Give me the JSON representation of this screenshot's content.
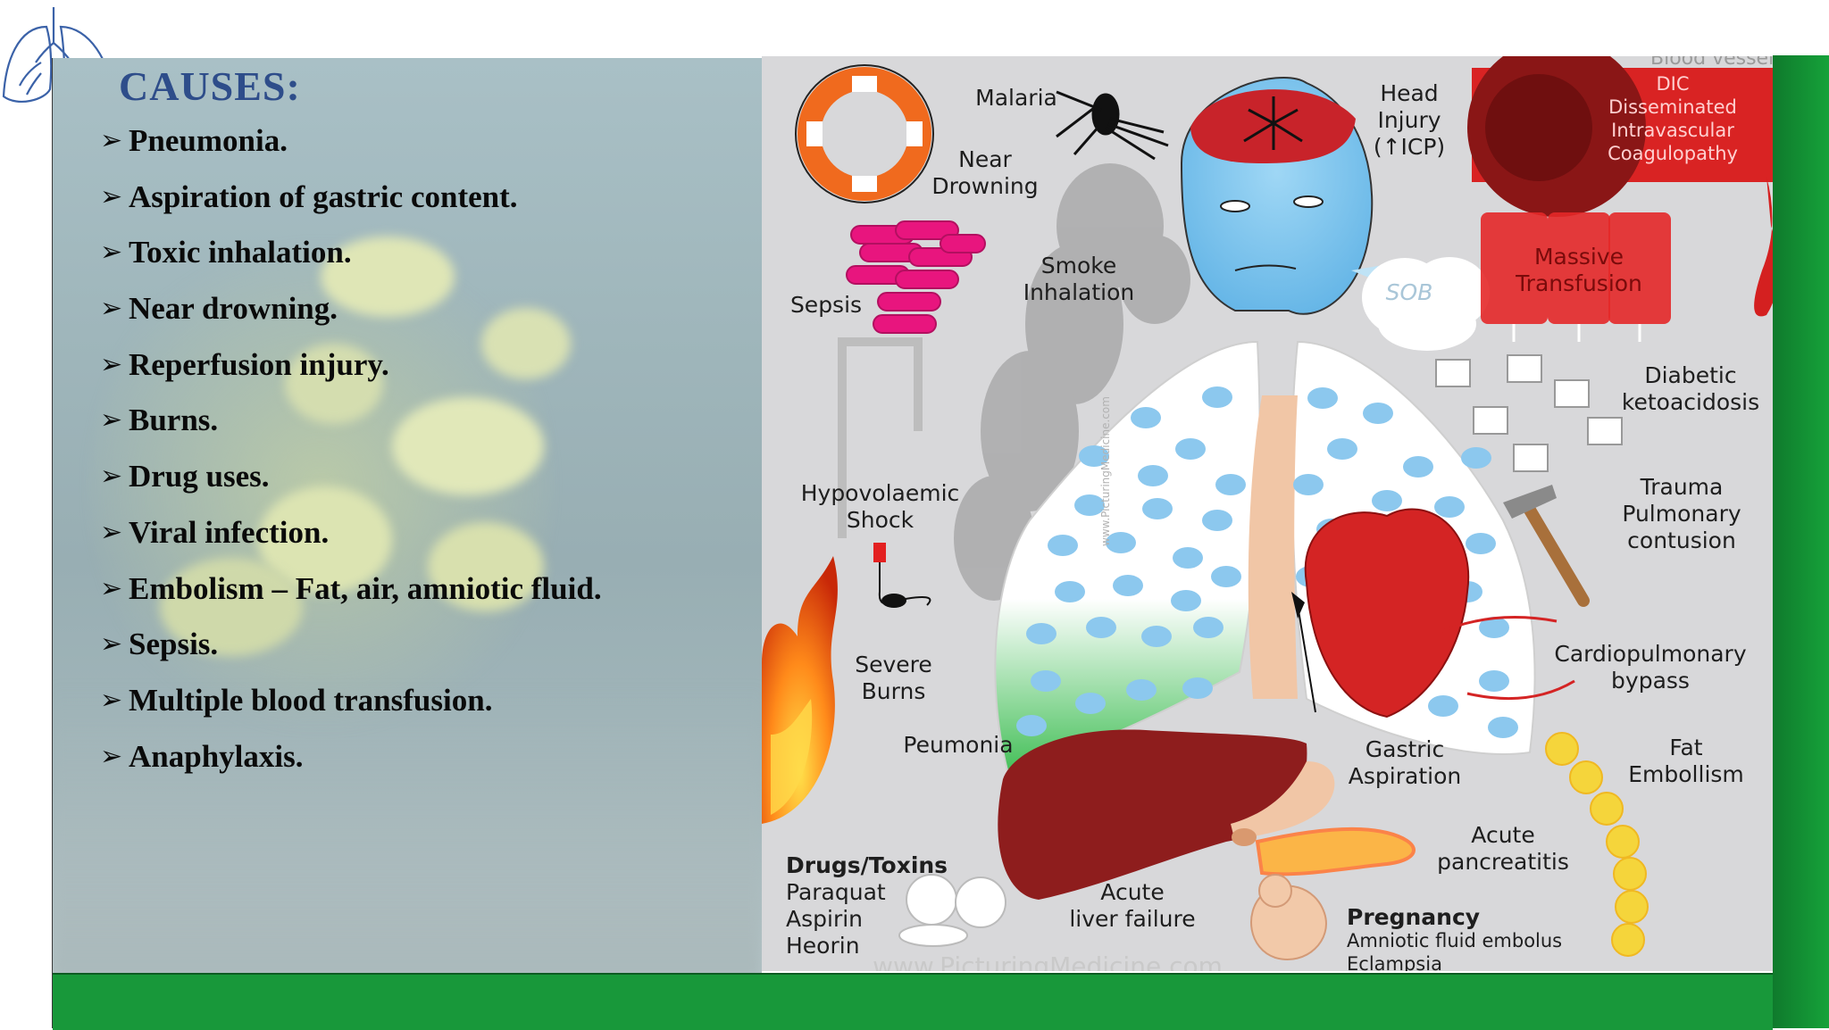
{
  "title": "CAUSES:",
  "causes": [
    "Pneumonia.",
    "Aspiration of gastric content.",
    "Toxic inhalation.",
    "Near drowning.",
    "Reperfusion injury.",
    "Burns.",
    "Drug uses.",
    "Viral infection.",
    "Embolism – Fat, air, amniotic fluid.",
    "Sepsis.",
    "Multiple blood transfusion.",
    "Anaphylaxis."
  ],
  "bullet_glyph": "➢",
  "diagram": {
    "header_text": "Blood vessel",
    "malaria": "Malaria",
    "near_drowning": "Near\nDrowning",
    "head_injury": "Head\nInjury\n(↑ICP)",
    "dic": "DIC\nDisseminated\nIntravascular\nCoagulopathy",
    "sepsis": "Sepsis",
    "smoke_inhalation": "Smoke\nInhalation",
    "sob": "SOB",
    "massive_transfusion": "Massive\nTransfusion",
    "diabetic_ketoacidosis": "Diabetic\nketoacidosis",
    "hypovolaemic_shock": "Hypovolaemic\nShock",
    "trauma": "Trauma\nPulmonary\ncontusion",
    "cardiopulmonary_bypass": "Cardiopulmonary\nbypass",
    "severe_burns": "Severe\nBurns",
    "peumonia": "Peumonia",
    "gastric_aspiration": "Gastric\nAspiration",
    "fat_embolism": "Fat\nEmbollism",
    "acute_pancreatitis": "Acute\npancreatitis",
    "drugs_title": "Drugs/Toxins",
    "drugs_list": "Paraquat\nAspirin\nHeorin",
    "acute_liver_failure": "Acute\nliver failure",
    "pregnancy_title": "Pregnancy",
    "pregnancy_list": "Amniotic fluid embolus\nEclampsia",
    "watermark": "www.PicturingMedicine.com",
    "side_watermark": "www.PicturingMedicine.com"
  },
  "colors": {
    "title": "#2e4d8a",
    "bottom_bar": "#18983a",
    "right_bar": "#13902f",
    "dic_box": "#d32020"
  }
}
